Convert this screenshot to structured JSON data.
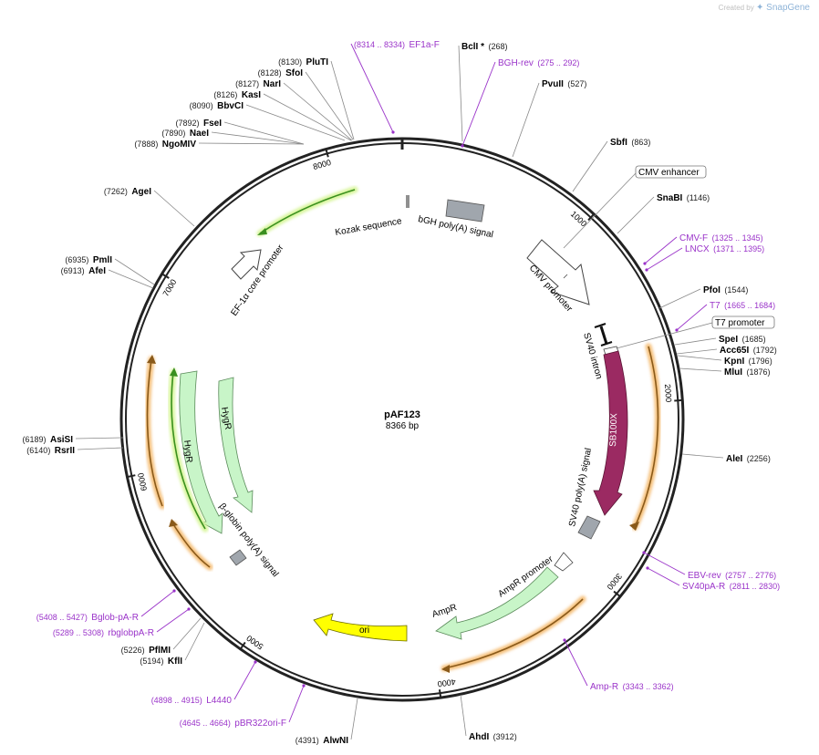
{
  "watermark": {
    "created_by": "Created by",
    "brand": "SnapGene"
  },
  "plasmid": {
    "name": "pAF123",
    "length_label": "8366 bp",
    "length": 8366
  },
  "ticks": [
    {
      "pos": 1000,
      "label": "1000"
    },
    {
      "pos": 2000,
      "label": "2000"
    },
    {
      "pos": 3000,
      "label": "3000"
    },
    {
      "pos": 4000,
      "label": "4000"
    },
    {
      "pos": 5000,
      "label": "5000"
    },
    {
      "pos": 6000,
      "label": "6000"
    },
    {
      "pos": 7000,
      "label": "7000"
    },
    {
      "pos": 8000,
      "label": "8000"
    }
  ],
  "restriction_sites": [
    {
      "name": "BclI *",
      "pos": "(268)"
    },
    {
      "name": "PvuII",
      "pos": "(527)"
    },
    {
      "name": "SbfI",
      "pos": "(863)"
    },
    {
      "name": "SnaBI",
      "pos": "(1146)"
    },
    {
      "name": "PfoI",
      "pos": "(1544)"
    },
    {
      "name": "SpeI",
      "pos": "(1685)"
    },
    {
      "name": "Acc65I",
      "pos": "(1792)"
    },
    {
      "name": "KpnI",
      "pos": "(1796)"
    },
    {
      "name": "MluI",
      "pos": "(1876)"
    },
    {
      "name": "AleI",
      "pos": "(2256)"
    },
    {
      "name": "AhdI",
      "pos": "(3912)"
    },
    {
      "name": "AlwNI",
      "pos": "(4391)"
    },
    {
      "name": "KflI",
      "pos": "(5194)"
    },
    {
      "name": "PflMI",
      "pos": "(5226)"
    },
    {
      "name": "RsrII",
      "pos": "(6140)"
    },
    {
      "name": "AsiSI",
      "pos": "(6189)"
    },
    {
      "name": "AfeI",
      "pos": "(6913)"
    },
    {
      "name": "PmlI",
      "pos": "(6935)"
    },
    {
      "name": "AgeI",
      "pos": "(7262)"
    },
    {
      "name": "NgoMIV",
      "pos": "(7888)"
    },
    {
      "name": "NaeI",
      "pos": "(7890)"
    },
    {
      "name": "FseI",
      "pos": "(7892)"
    },
    {
      "name": "BbvCI",
      "pos": "(8090)"
    },
    {
      "name": "KasI",
      "pos": "(8126)"
    },
    {
      "name": "NarI",
      "pos": "(8127)"
    },
    {
      "name": "SfoI",
      "pos": "(8128)"
    },
    {
      "name": "PluTI",
      "pos": "(8130)"
    }
  ],
  "primers": [
    {
      "name": "EF1a-F",
      "range": "(8314 .. 8334)"
    },
    {
      "name": "BGH-rev",
      "range": "(275 .. 292)"
    },
    {
      "name": "CMV-F",
      "range": "(1325 .. 1345)"
    },
    {
      "name": "LNCX",
      "range": "(1371 .. 1395)"
    },
    {
      "name": "T7",
      "range": "(1665 .. 1684)"
    },
    {
      "name": "EBV-rev",
      "range": "(2757 .. 2776)"
    },
    {
      "name": "SV40pA-R",
      "range": "(2811 .. 2830)"
    },
    {
      "name": "Amp-R",
      "range": "(3343 .. 3362)"
    },
    {
      "name": "pBR322ori-F",
      "range": "(4645 .. 4664)"
    },
    {
      "name": "L4440",
      "range": "(4898 .. 4915)"
    },
    {
      "name": "rbglobpA-R",
      "range": "(5289 .. 5308)"
    },
    {
      "name": "Bglob-pA-R",
      "range": "(5408 .. 5427)"
    }
  ],
  "boxed_labels": {
    "cmv_enhancer": "CMV enhancer",
    "t7_promoter": "T7 promoter"
  },
  "features": {
    "kozak": "Kozak sequence",
    "bgh": "bGH poly(A) signal",
    "cmv_promoter": "CMV promoter",
    "sv40_intron": "SV40 intron",
    "sb100x": "SB100X",
    "sv40_polya": "SV40 poly(A) signal",
    "ampr_promoter": "AmpR promoter",
    "ampr": "AmpR",
    "ori": "ori",
    "bglobin": "β-globin poly(A) signal",
    "hygr1": "HygR",
    "hygr2": "HygR",
    "ef1a": "EF-1α core promoter"
  },
  "colors": {
    "backbone": "#222222",
    "primer": "#9a33c9",
    "sb100x": "#9b2a62",
    "ori": "#ffff00",
    "marker_fill": "#c8f5c8",
    "polya_box": "#a0a6ad",
    "orange_glow": "#f5c07a",
    "green_arrow": "#3a8f1f"
  }
}
